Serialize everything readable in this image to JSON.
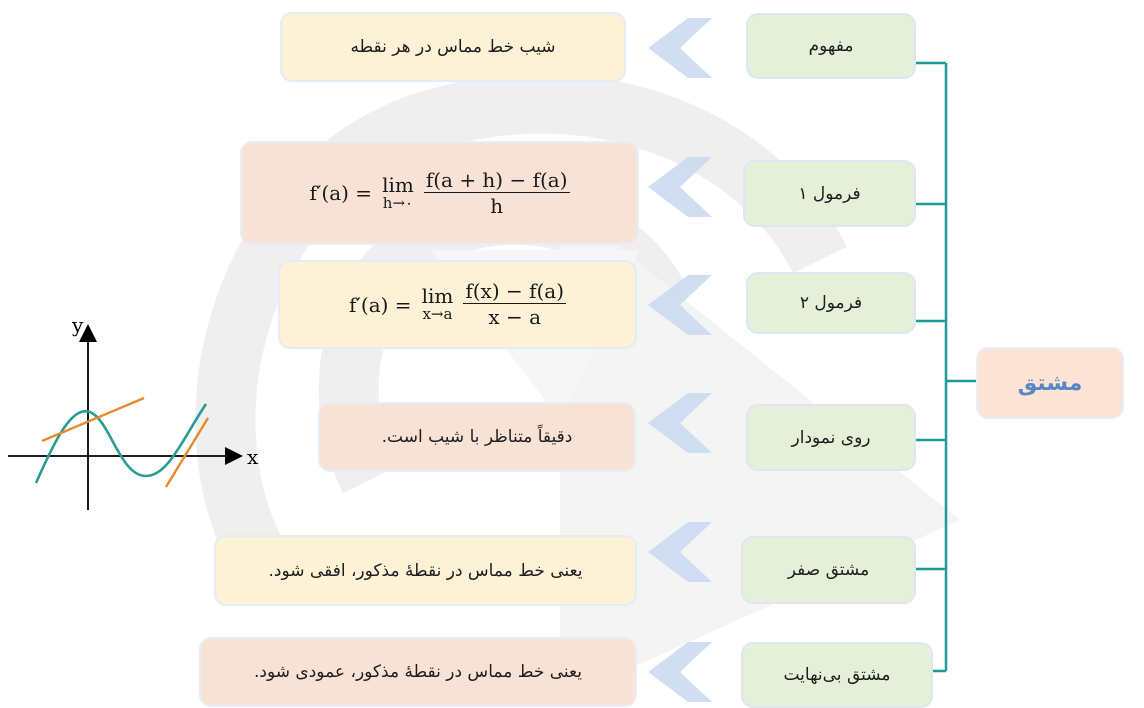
{
  "main_label": "مشتق",
  "items": [
    {
      "label": "مفهوم",
      "description": "شیب خط مماس در هر نقطه"
    },
    {
      "label": "فرمول ۱",
      "formula": {
        "lhs": "f′(a) = ",
        "lim": "lim",
        "lim_sub": "h→۰",
        "numerator": "f(a + h) − f(a)",
        "denominator": "h"
      }
    },
    {
      "label": "فرمول ۲",
      "formula": {
        "lhs": "f′(a) = ",
        "lim": "lim",
        "lim_sub": "x→a",
        "numerator": "f(x) − f(a)",
        "denominator": "x − a"
      }
    },
    {
      "label": "روی نمودار",
      "description": "دقیقاً متناظر با شیب است."
    },
    {
      "label": "مشتق صفر",
      "description": "یعنی خط مماس در نقطهٔ مذکور، افقی شود."
    },
    {
      "label": "مشتق بی‌نهایت",
      "description": "یعنی خط مماس در نقطهٔ مذکور، عمودی شود."
    }
  ],
  "graph": {
    "x_label": "x",
    "y_label": "y"
  },
  "colors": {
    "curve": "#2a9d93",
    "tangent": "#e8892b",
    "bracket": "#1d9a9a",
    "arrow": "#c9d8ee"
  }
}
